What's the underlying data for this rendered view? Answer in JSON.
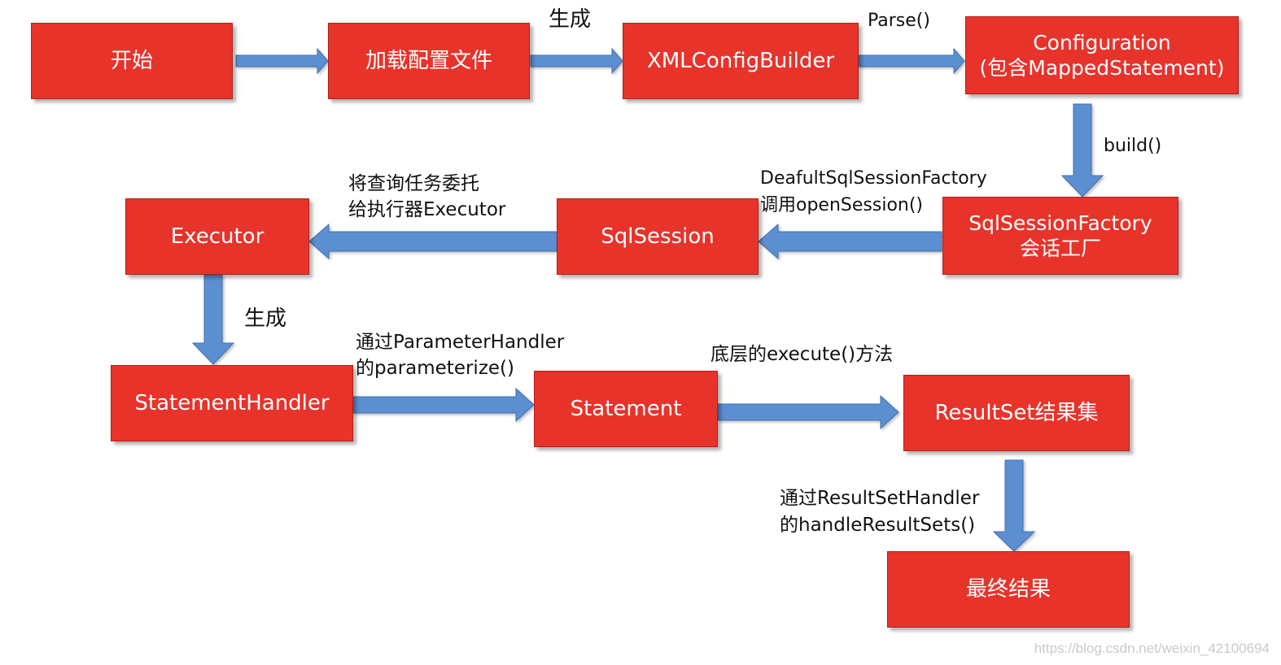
{
  "diagram": {
    "nodes": {
      "start": "开始",
      "load_config": "加载配置文件",
      "xml_config_builder": "XMLConfigBuilder",
      "configuration_line1": "Configuration",
      "configuration_line2": "(包含MappedStatement)",
      "sql_session_factory_line1": "SqlSessionFactory",
      "sql_session_factory_line2": "会话工厂",
      "sql_session": "SqlSession",
      "executor": "Executor",
      "statement_handler": "StatementHandler",
      "statement": "Statement",
      "result_set": "ResultSet结果集",
      "final_result": "最终结果"
    },
    "edge_labels": {
      "generate_1": "生成",
      "parse": "Parse()",
      "build": "build()",
      "open_session_line1": "DeafultSqlSessionFactory",
      "open_session_line2": "调用openSession()",
      "delegate_line1": "将查询任务委托",
      "delegate_line2": "给执行器Executor",
      "generate_2": "生成",
      "parameterize_line1": "通过ParameterHandler",
      "parameterize_line2": "的parameterize()",
      "execute": "底层的execute()方法",
      "handle_result_line1": "通过ResultSetHandler",
      "handle_result_line2": "的handleResultSets()"
    },
    "colors": {
      "node_fill": "#e8332b",
      "node_text": "#ffffff",
      "arrow": "#5b8fd1",
      "label_text": "#111111"
    }
  },
  "watermark": "https://blog.csdn.net/weixin_42100694"
}
